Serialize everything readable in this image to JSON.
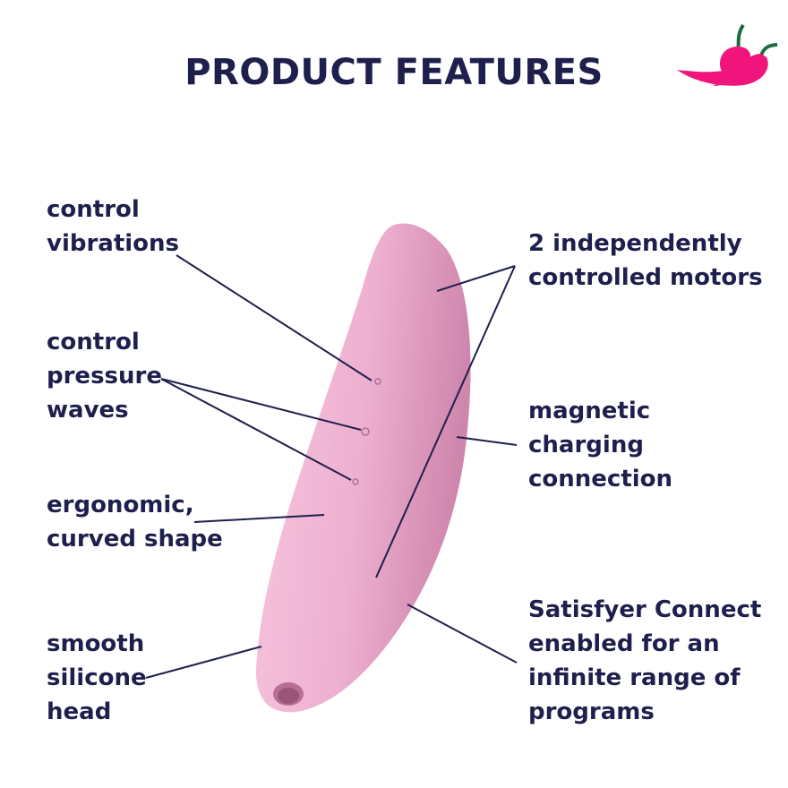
{
  "title": "PRODUCT FEATURES",
  "logo": {
    "icon": "chili-peppers-icon",
    "color": "#f0147c",
    "stem_color": "#1d6b45"
  },
  "colors": {
    "text": "#1e1f4d",
    "product": "#f0b3d4",
    "product_shade": "#d98bb5"
  },
  "features_left": [
    {
      "text": "control\nvibrations"
    },
    {
      "text": "control\npressure\nwaves"
    },
    {
      "text": "ergonomic,\ncurved shape"
    },
    {
      "text": "smooth\nsilicone\nhead"
    }
  ],
  "features_right": [
    {
      "text": "2 independently\ncontrolled motors"
    },
    {
      "text": "magnetic\ncharging\nconnection"
    },
    {
      "text": "Satisfyer Connect\nenabled for an\ninfinite range of\nprograms"
    }
  ]
}
